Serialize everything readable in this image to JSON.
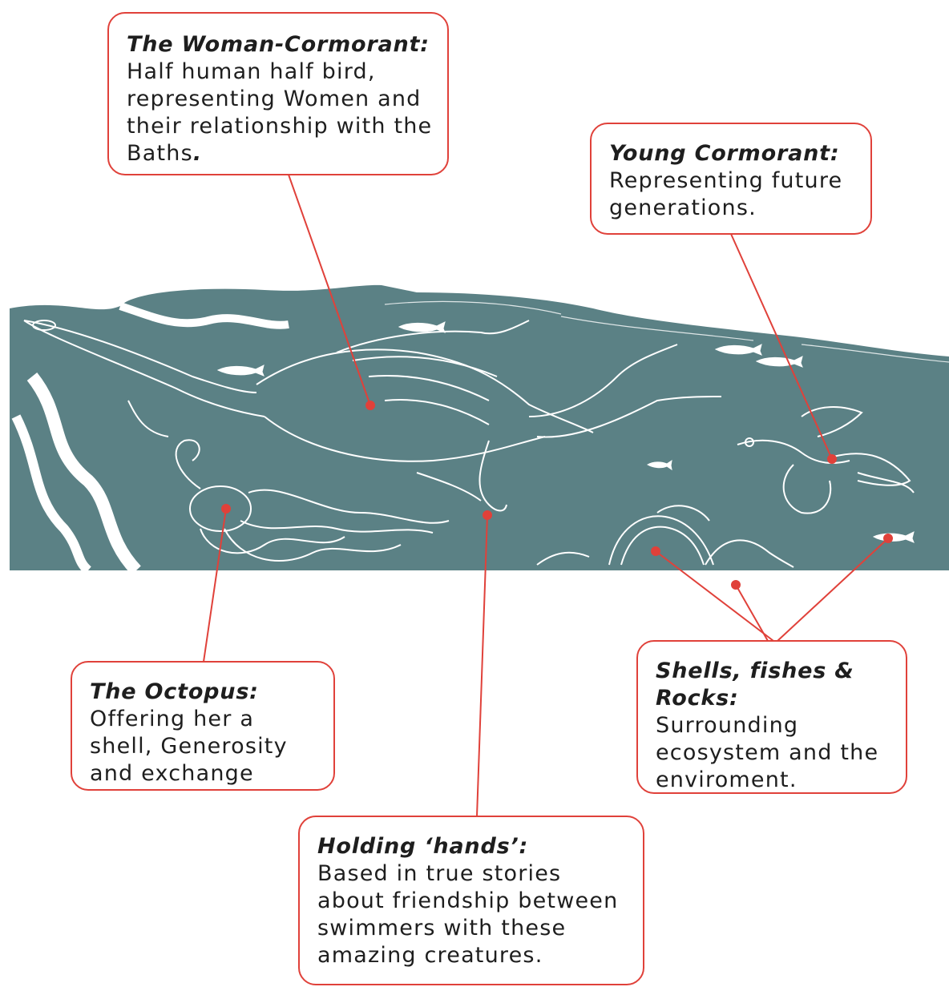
{
  "colors": {
    "water": "#5b8185",
    "line": "#ffffff",
    "callout_border": "#e0413a",
    "pointer": "#e0413a",
    "text": "#1e1e1e"
  },
  "callouts": {
    "woman_cormorant": {
      "title": "The Woman-Cormorant:",
      "text": "Half human half bird, representing Women and their relationship with the Baths",
      "text_end": "."
    },
    "young_cormorant": {
      "title": "Young Cormorant:",
      "text": "Representing future generations."
    },
    "octopus": {
      "title": "The Octopus:",
      "text": "Offering her a shell, Generosity and exchange"
    },
    "shells": {
      "title": "Shells, fishes & Rocks:",
      "text": "Surrounding ecosystem and the enviroment."
    },
    "holding_hands": {
      "title": "Holding ‘hands’:",
      "text": "Based in true stories about friendship between swimmers with these amazing creatures."
    }
  }
}
